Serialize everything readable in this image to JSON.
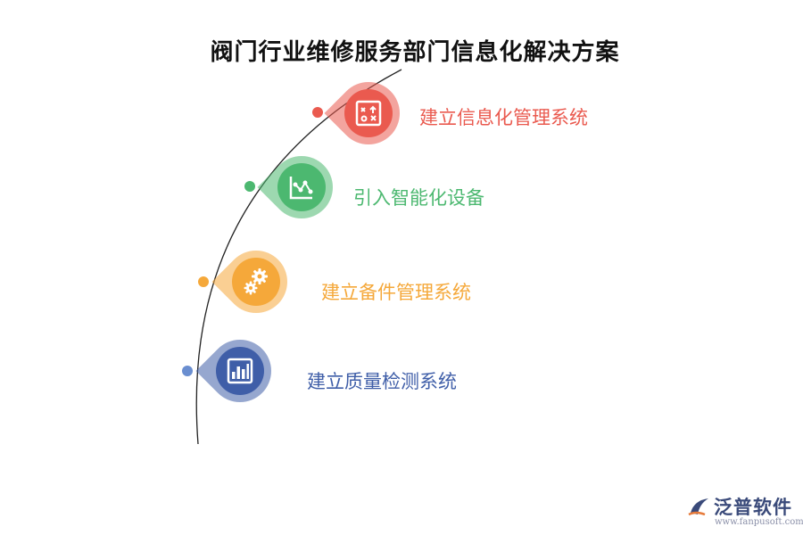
{
  "title": "阀门行业维修服务部门信息化解决方案",
  "items": [
    {
      "label": "建立信息化管理系统",
      "color": "#ea5a4f",
      "icon": "network-chart-icon"
    },
    {
      "label": "引入智能化设备",
      "color": "#4cb870",
      "icon": "trend-chart-icon"
    },
    {
      "label": "建立备件管理系统",
      "color": "#f5a83a",
      "icon": "gears-icon"
    },
    {
      "label": "建立质量检测系统",
      "color": "#3f5ea8",
      "icon": "bar-chart-icon"
    }
  ],
  "logo": {
    "brand": "泛普软件",
    "url": "www.fanpusoft.com"
  }
}
